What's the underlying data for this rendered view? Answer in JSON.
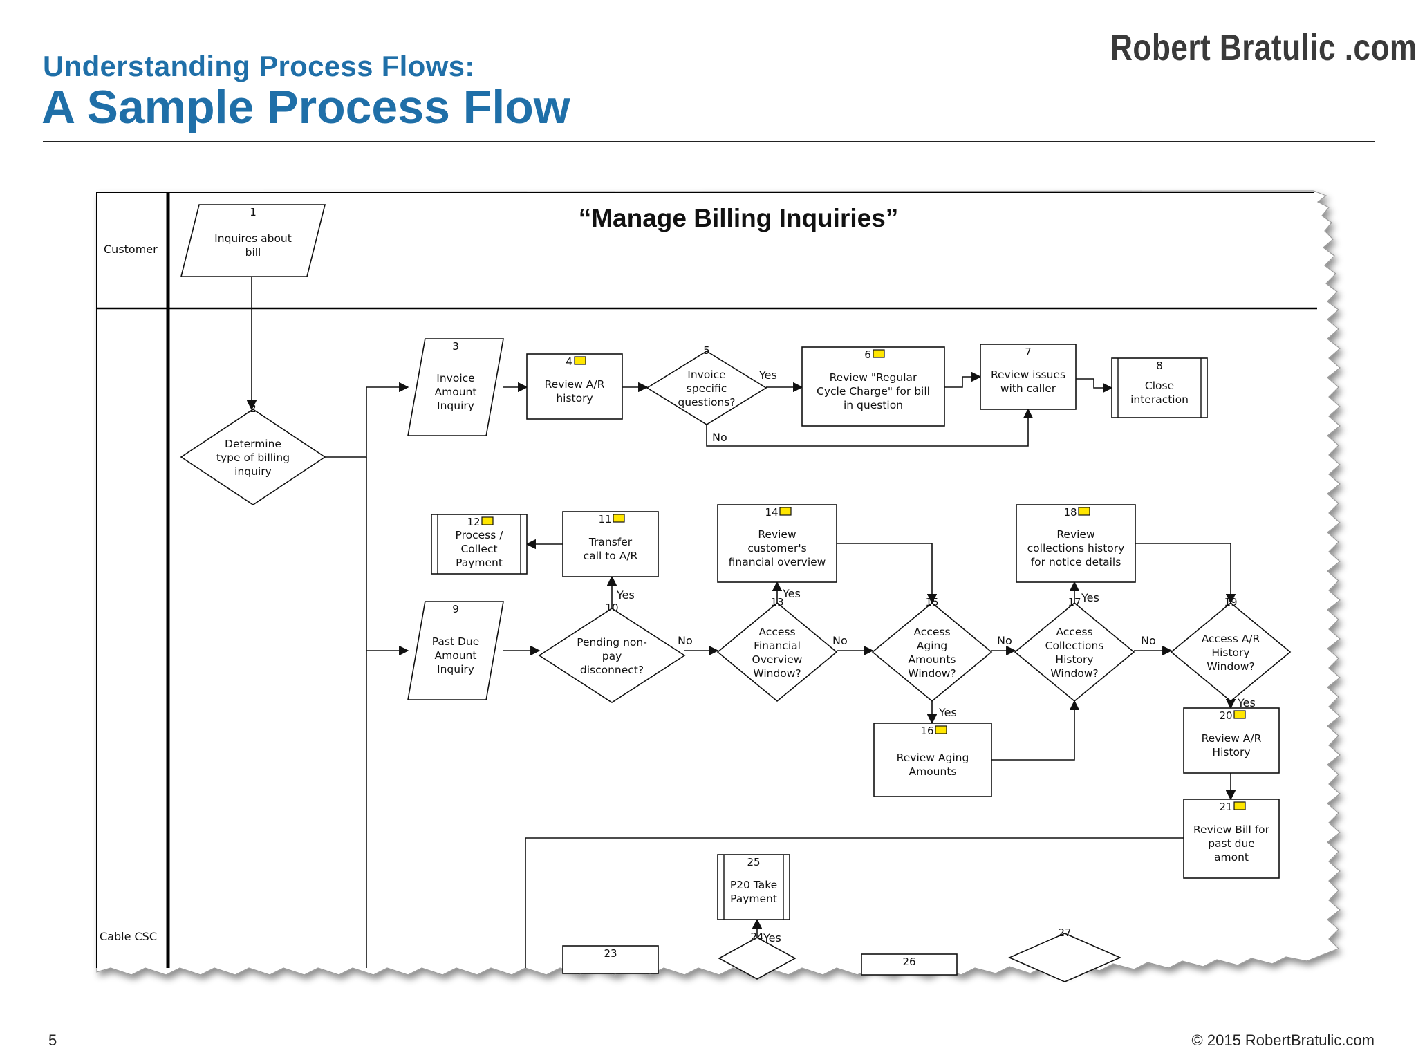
{
  "header": {
    "title_line1": "Understanding Process Flows:",
    "title_line2": "A Sample Process Flow",
    "logo_text": "Robert Bratulic .com"
  },
  "diagram": {
    "title": "“Manage Billing Inquiries”",
    "lanes": [
      {
        "id": "customer",
        "label": "Customer"
      },
      {
        "id": "csc",
        "label": "Cable CSC"
      }
    ],
    "nodes": [
      {
        "id": "1",
        "num": "1",
        "shape": "io",
        "lines": [
          "Inquires about",
          "bill"
        ],
        "note": false
      },
      {
        "id": "2",
        "num": "2",
        "shape": "decision",
        "lines": [
          "Determine",
          "type of billing",
          "inquiry"
        ],
        "note": false
      },
      {
        "id": "3",
        "num": "3",
        "shape": "io",
        "lines": [
          "Invoice",
          "Amount",
          "Inquiry"
        ],
        "note": false
      },
      {
        "id": "4",
        "num": "4",
        "shape": "process",
        "lines": [
          "Review A/R",
          "history"
        ],
        "note": true
      },
      {
        "id": "5",
        "num": "5",
        "shape": "decision",
        "lines": [
          "Invoice",
          "specific",
          "questions?"
        ],
        "note": false
      },
      {
        "id": "6",
        "num": "6",
        "shape": "process",
        "lines": [
          "Review \"Regular",
          "Cycle Charge\" for bill",
          "in question"
        ],
        "note": true
      },
      {
        "id": "7",
        "num": "7",
        "shape": "process",
        "lines": [
          "Review issues",
          "with caller"
        ],
        "note": false
      },
      {
        "id": "8",
        "num": "8",
        "shape": "predefined",
        "lines": [
          "Close",
          "interaction"
        ],
        "note": false
      },
      {
        "id": "9",
        "num": "9",
        "shape": "io",
        "lines": [
          "Past Due",
          "Amount",
          "Inquiry"
        ],
        "note": false
      },
      {
        "id": "10",
        "num": "10",
        "shape": "decision",
        "lines": [
          "Pending non-",
          "pay",
          "disconnect?"
        ],
        "note": false
      },
      {
        "id": "11",
        "num": "11",
        "shape": "process",
        "lines": [
          "Transfer",
          "call to A/R"
        ],
        "note": true
      },
      {
        "id": "12",
        "num": "12",
        "shape": "predefined",
        "lines": [
          "Process /",
          "Collect",
          "Payment"
        ],
        "note": true
      },
      {
        "id": "13",
        "num": "13",
        "shape": "decision",
        "lines": [
          "Access",
          "Financial",
          "Overview",
          "Window?"
        ],
        "note": false
      },
      {
        "id": "14",
        "num": "14",
        "shape": "process",
        "lines": [
          "Review",
          "customer's",
          "financial overview"
        ],
        "note": true
      },
      {
        "id": "15",
        "num": "15",
        "shape": "decision",
        "lines": [
          "Access",
          "Aging",
          "Amounts",
          "Window?"
        ],
        "note": false
      },
      {
        "id": "16",
        "num": "16",
        "shape": "process",
        "lines": [
          "Review Aging",
          "Amounts"
        ],
        "note": true
      },
      {
        "id": "17",
        "num": "17",
        "shape": "decision",
        "lines": [
          "Access",
          "Collections",
          "History",
          "Window?"
        ],
        "note": false
      },
      {
        "id": "18",
        "num": "18",
        "shape": "process",
        "lines": [
          "Review",
          "collections history",
          "for notice details"
        ],
        "note": true
      },
      {
        "id": "19",
        "num": "19",
        "shape": "decision",
        "lines": [
          "Access A/R",
          "History",
          "Window?"
        ],
        "note": false
      },
      {
        "id": "20",
        "num": "20",
        "shape": "process",
        "lines": [
          "Review A/R",
          "History"
        ],
        "note": true
      },
      {
        "id": "21",
        "num": "21",
        "shape": "process",
        "lines": [
          "Review Bill for",
          "past due",
          "amont"
        ],
        "note": true
      },
      {
        "id": "23",
        "num": "23",
        "shape": "process",
        "lines": [],
        "note": false
      },
      {
        "id": "24",
        "num": "24",
        "shape": "decision",
        "lines": [],
        "note": false
      },
      {
        "id": "25",
        "num": "25",
        "shape": "predefined",
        "lines": [
          "P20 Take",
          "Payment"
        ],
        "note": false
      },
      {
        "id": "26",
        "num": "26",
        "shape": "process",
        "lines": [],
        "note": false
      },
      {
        "id": "27",
        "num": "27",
        "shape": "decision",
        "lines": [],
        "note": false
      }
    ],
    "edges": [
      {
        "from": "1",
        "to": "2",
        "label": ""
      },
      {
        "from": "2",
        "to": "3",
        "label": ""
      },
      {
        "from": "2",
        "to": "9",
        "label": ""
      },
      {
        "from": "3",
        "to": "4",
        "label": ""
      },
      {
        "from": "4",
        "to": "5",
        "label": ""
      },
      {
        "from": "5",
        "to": "6",
        "label": "Yes"
      },
      {
        "from": "5",
        "to": "7",
        "label": "No"
      },
      {
        "from": "6",
        "to": "7",
        "label": ""
      },
      {
        "from": "7",
        "to": "8",
        "label": ""
      },
      {
        "from": "9",
        "to": "10",
        "label": ""
      },
      {
        "from": "10",
        "to": "11",
        "label": "Yes"
      },
      {
        "from": "10",
        "to": "13",
        "label": "No"
      },
      {
        "from": "11",
        "to": "12",
        "label": ""
      },
      {
        "from": "13",
        "to": "14",
        "label": "Yes"
      },
      {
        "from": "13",
        "to": "15",
        "label": "No"
      },
      {
        "from": "14",
        "to": "15",
        "label": ""
      },
      {
        "from": "15",
        "to": "16",
        "label": "Yes"
      },
      {
        "from": "15",
        "to": "17",
        "label": "No"
      },
      {
        "from": "16",
        "to": "17",
        "label": ""
      },
      {
        "from": "17",
        "to": "18",
        "label": "Yes"
      },
      {
        "from": "17",
        "to": "19",
        "label": "No"
      },
      {
        "from": "18",
        "to": "19",
        "label": ""
      },
      {
        "from": "19",
        "to": "20",
        "label": "Yes"
      },
      {
        "from": "20",
        "to": "21",
        "label": ""
      },
      {
        "from": "24",
        "to": "25",
        "label": "Yes"
      }
    ]
  },
  "footer": {
    "page_number": "5",
    "copyright": "© 2015 RobertBratulic.com"
  }
}
